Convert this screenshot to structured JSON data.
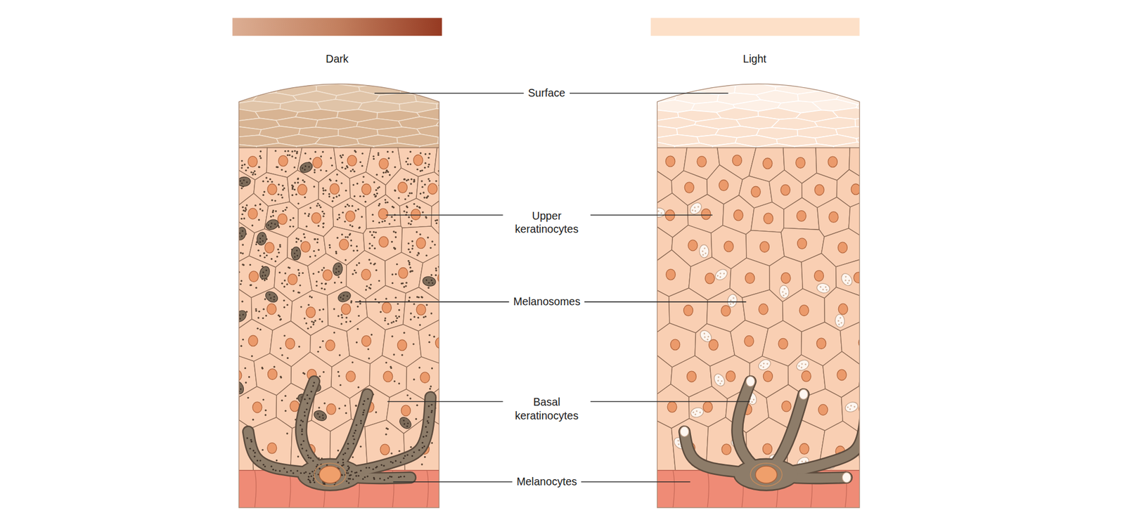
{
  "diagram": {
    "labels": [
      "Dark",
      "Light",
      "Surface",
      "Upper keratinocytes",
      "Melanosomes",
      "Basal keratinocytes",
      "Melanocytes"
    ]
  }
}
